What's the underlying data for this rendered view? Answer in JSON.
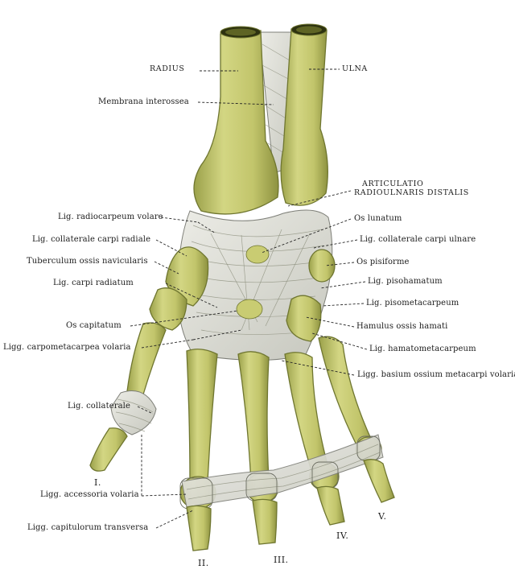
{
  "labels": {
    "radius": "RADIUS",
    "ulna": "ULNA",
    "membrana_interossea": "Membrana interossea",
    "articulatio_1": "ARTICULATIO",
    "articulatio_2": "RADIOULNARIS DISTALIS",
    "lig_radiocarpeum_volare": "Lig. radiocarpeum volare",
    "os_lunatum": "Os lunatum",
    "lig_collaterale_carpi_radiale": "Lig. collaterale carpi radiale",
    "lig_collaterale_carpi_ulnare": "Lig. collaterale carpi ulnare",
    "tuberculum_ossis_navicularis": "Tuberculum ossis navicularis",
    "os_pisiforme": "Os pisiforme",
    "lig_carpi_radiatum": "Lig. carpi radiatum",
    "lig_pisohamatum": "Lig. pisohamatum",
    "lig_pisometacarpeum": "Lig. pisometacarpeum",
    "os_capitatum": "Os capitatum",
    "hamulus_ossis_hamati": "Hamulus ossis hamati",
    "ligg_carpometacarpea_volaria": "Ligg. carpometacarpea volaria",
    "lig_hamatometacarpeum": "Lig. hamatometacarpeum",
    "ligg_basium_ossium_metacarpi_volaria": "Ligg. basium ossium metacarpi volaria",
    "lig_collaterale": "Lig. collaterale",
    "ligg_accessoria_volaria": "Ligg. accessoria volaria",
    "ligg_capitulorum_transversa": "Ligg. capitulorum transversa",
    "digit_1": "I.",
    "digit_2": "II.",
    "digit_3": "III.",
    "digit_4": "IV.",
    "digit_5": "V."
  },
  "colors": {
    "bone_fill": "#c9cc72",
    "bone_shadow": "#8c9140",
    "ligament_fill": "#dcdcd6",
    "text": "#1c1c1c"
  }
}
